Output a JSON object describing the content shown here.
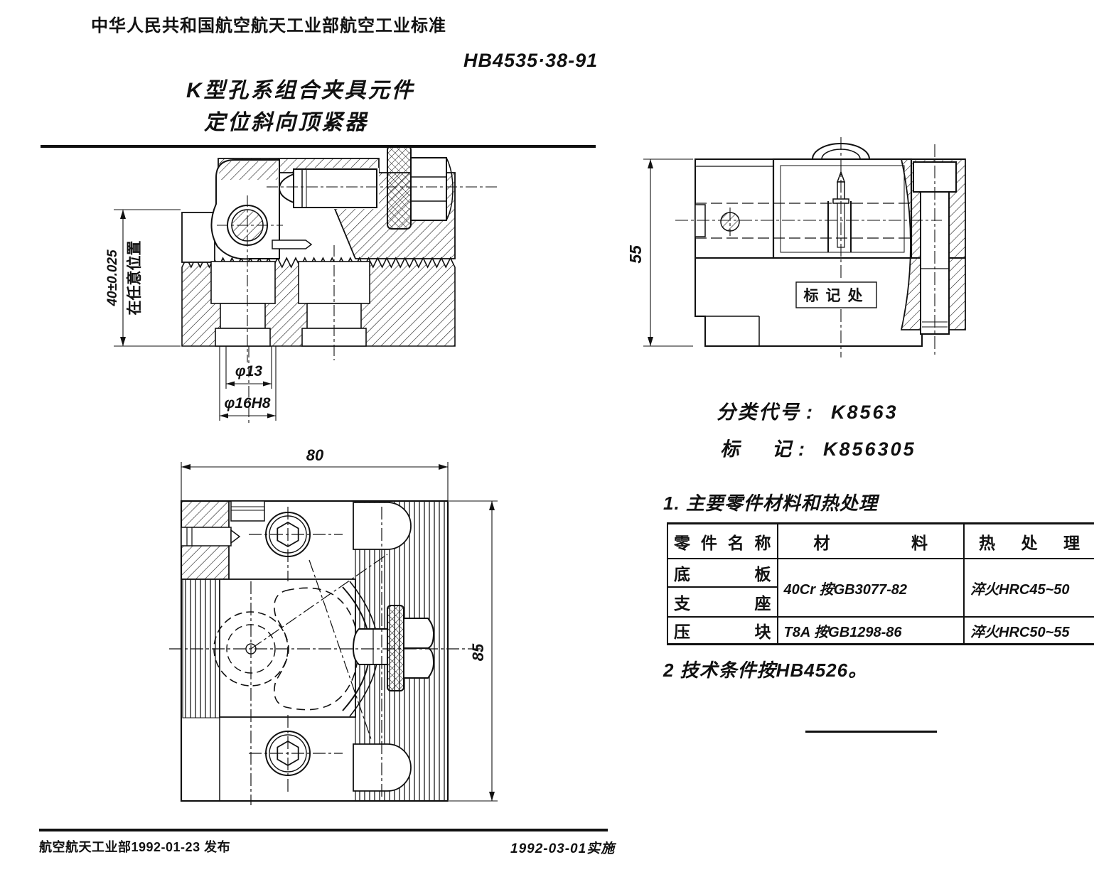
{
  "page": {
    "header": "中华人民共和国航空航天工业部航空工业标准",
    "standard_no": "HB4535·38-91",
    "title_line1": "K型孔系组合夹具元件",
    "title_line2": "定位斜向顶紧器",
    "footer_left": "航空航天工业部1992-01-23 发布",
    "footer_right": "1992-03-01实施"
  },
  "views": {
    "front": {
      "dim_height": "40±0.025",
      "dim_height_note": "在任意位置",
      "dim_bore": "φ13",
      "dim_bore_fit": "φ16H8"
    },
    "side": {
      "dim_height": "55",
      "marking_box": "标记处"
    },
    "top": {
      "dim_width": "80",
      "dim_depth": "85"
    }
  },
  "classification": {
    "code_label": "分类代号",
    "colon": ":",
    "code_value": "K8563",
    "mark_label": "标记",
    "mark_value": "K856305"
  },
  "notes": {
    "note1": "1. 主要零件材料和热处理",
    "note2": "2 技术条件按HB4526。"
  },
  "table": {
    "col_headers": {
      "part": "零件名称",
      "material": "材料",
      "treatment": "热处理"
    },
    "rows": [
      {
        "part": "底板",
        "material": "40Cr  按GB3077-82",
        "treatment": "淬火HRC45~50"
      },
      {
        "part": "支座",
        "material": "",
        "treatment": ""
      },
      {
        "part": "压块",
        "material": "T8A  按GB1298-86",
        "treatment": "淬火HRC50~55"
      }
    ]
  }
}
